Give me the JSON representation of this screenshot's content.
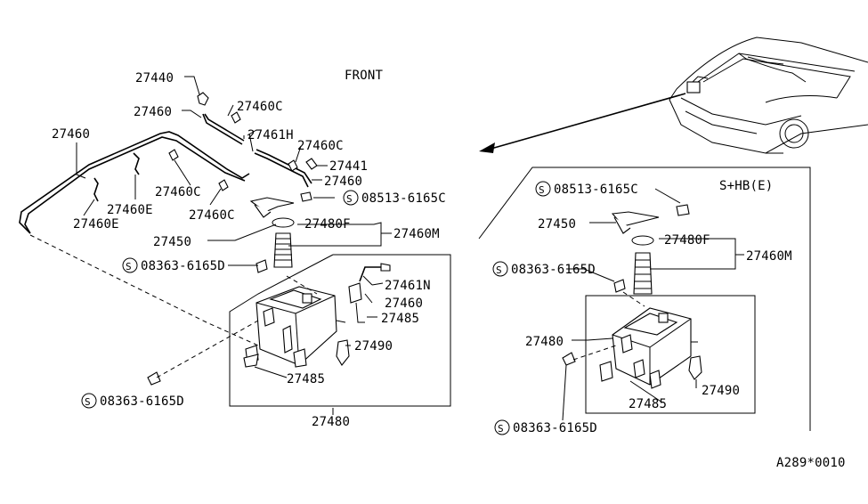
{
  "labels": {
    "front": "FRONT",
    "variant": "S+HB(E)",
    "ref_code": "A289*0010",
    "l_27440": "27440",
    "l_27460_a": "27460",
    "l_27460c_a": "27460C",
    "l_27460_b": "27460",
    "l_27461h": "27461H",
    "l_27460c_b": "27460C",
    "l_27441": "27441",
    "l_27460_c": "27460",
    "l_27460c_c": "27460C",
    "l_27460c_d": "27460C",
    "l_27460e_a": "27460E",
    "l_27460e_b": "27460E",
    "l_08513_left": "08513-6165C",
    "l_27450_left": "27450",
    "l_27480f_left": "27480F",
    "l_27460m_left": "27460M",
    "l_08363_left_a": "08363-6165D",
    "l_27461n": "27461N",
    "l_27460_d": "27460",
    "l_27485_a": "27485",
    "l_27490_left": "27490",
    "l_27485_b": "27485",
    "l_08363_left_b": "08363-6165D",
    "l_27480_left": "27480",
    "l_08513_right": "08513-6165C",
    "l_27450_right": "27450",
    "l_27480f_right": "27480F",
    "l_27460m_right": "27460M",
    "l_08363_right_a": "08363-6165D",
    "l_27480_right": "27480",
    "l_27490_right": "27490",
    "l_27485_right": "27485",
    "l_08363_right_b": "08363-6165D"
  },
  "screw_symbol": "S"
}
